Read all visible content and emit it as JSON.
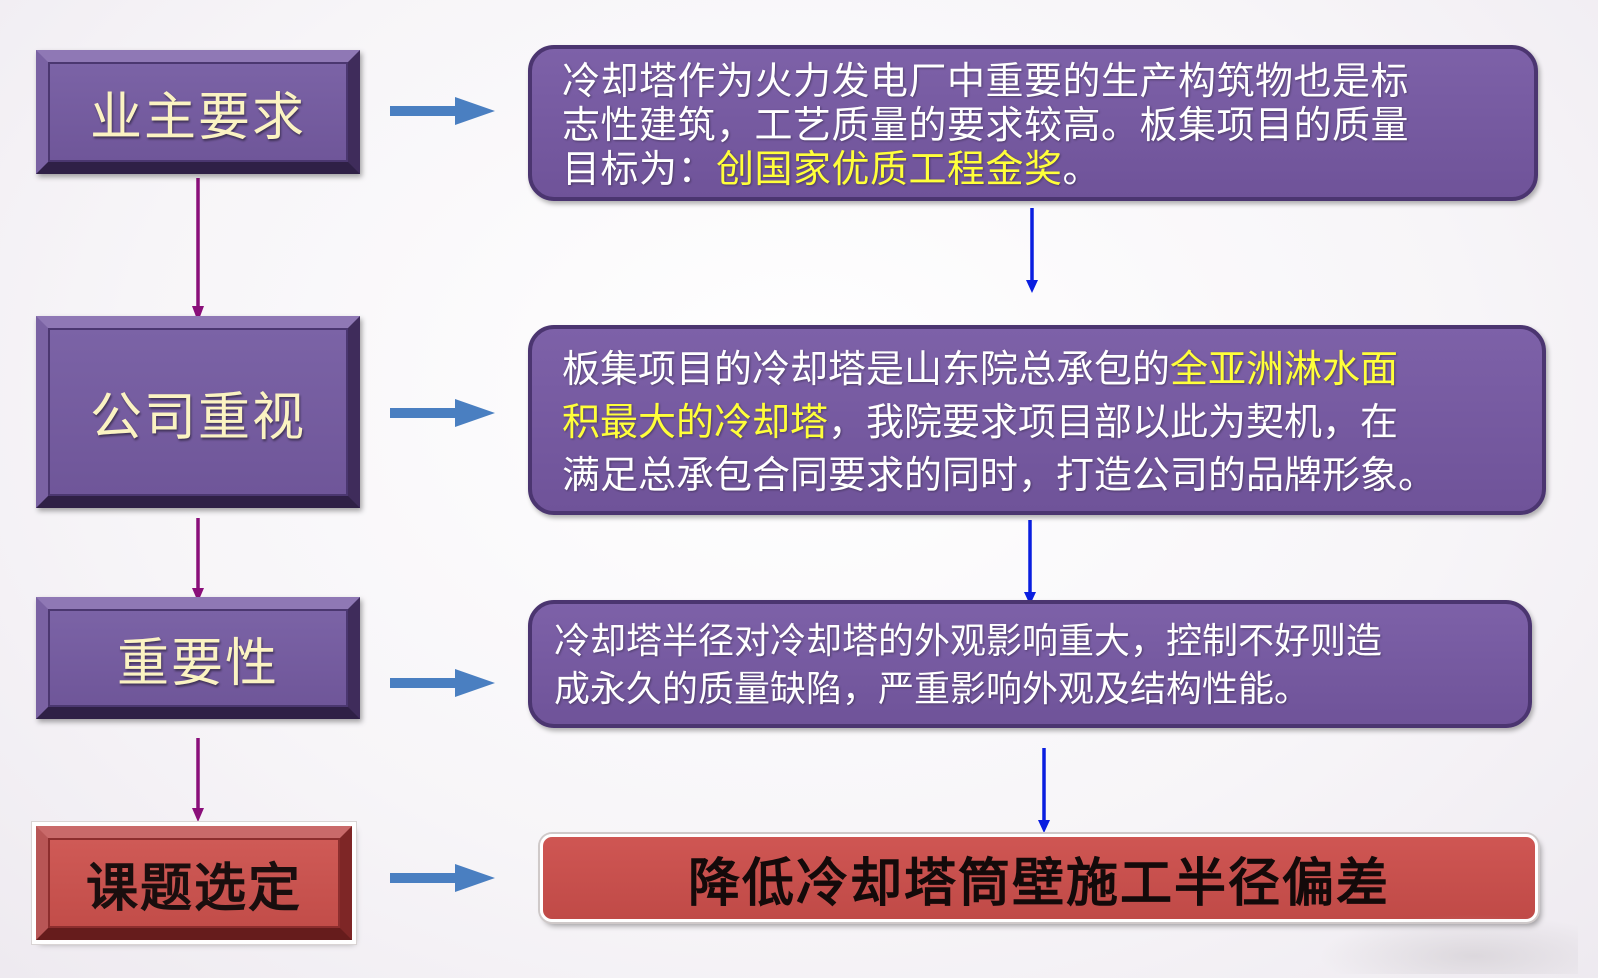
{
  "left_steps": [
    {
      "label": "业主要求"
    },
    {
      "label": "公司重视"
    },
    {
      "label": "重要性"
    },
    {
      "label": "课题选定"
    }
  ],
  "right_boxes": {
    "owner_requirement": {
      "line1": "冷却塔作为火力发电厂中重要的生产构筑物也是标",
      "line2": "志性建筑，工艺质量的要求较高。板集项目的质量",
      "line3_prefix": "目标为：",
      "line3_highlight": "创国家优质工程金奖",
      "line3_suffix": "。"
    },
    "company_attention": {
      "line1_prefix": "板集项目的冷却塔是山东院总承包的",
      "line1_highlight": "全亚洲淋水面",
      "line2_highlight": "积最大的冷却塔",
      "line2_suffix": "，我院要求项目部以此为契机，在",
      "line3": "满足总承包合同要求的同时，打造公司的品牌形象。"
    },
    "importance": {
      "line1": "冷却塔半径对冷却塔的外观影响重大，控制不好则造",
      "line2": "成永久的质量缺陷，严重影响外观及结构性能。"
    },
    "topic": {
      "label": "降低冷却塔筒壁施工半径偏差"
    }
  },
  "colors": {
    "purple_box": "#7b63a6",
    "red_box": "#c24d49",
    "left_label_text": "#fbf3c2",
    "highlight_text": "#ffff3a",
    "horizontal_arrow": "#4a7fc1",
    "left_down_arrow": "#8a0f7a",
    "right_down_arrow": "#0a1ee0"
  }
}
